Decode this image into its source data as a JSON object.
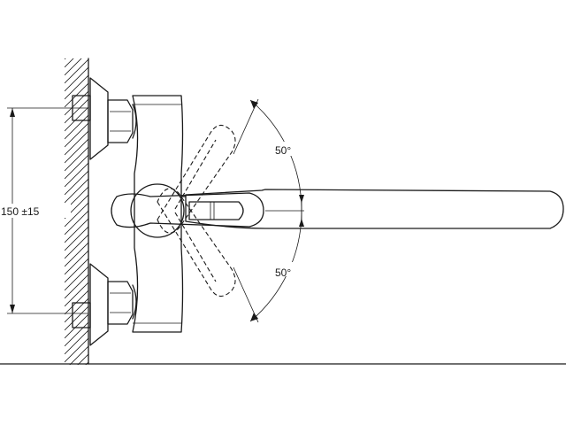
{
  "dimensions": {
    "height_label": "150 ±15",
    "angle_upper_label": "50°",
    "angle_lower_label": "50°"
  },
  "colors": {
    "line": "#1a1a1a",
    "background": "#ffffff"
  }
}
